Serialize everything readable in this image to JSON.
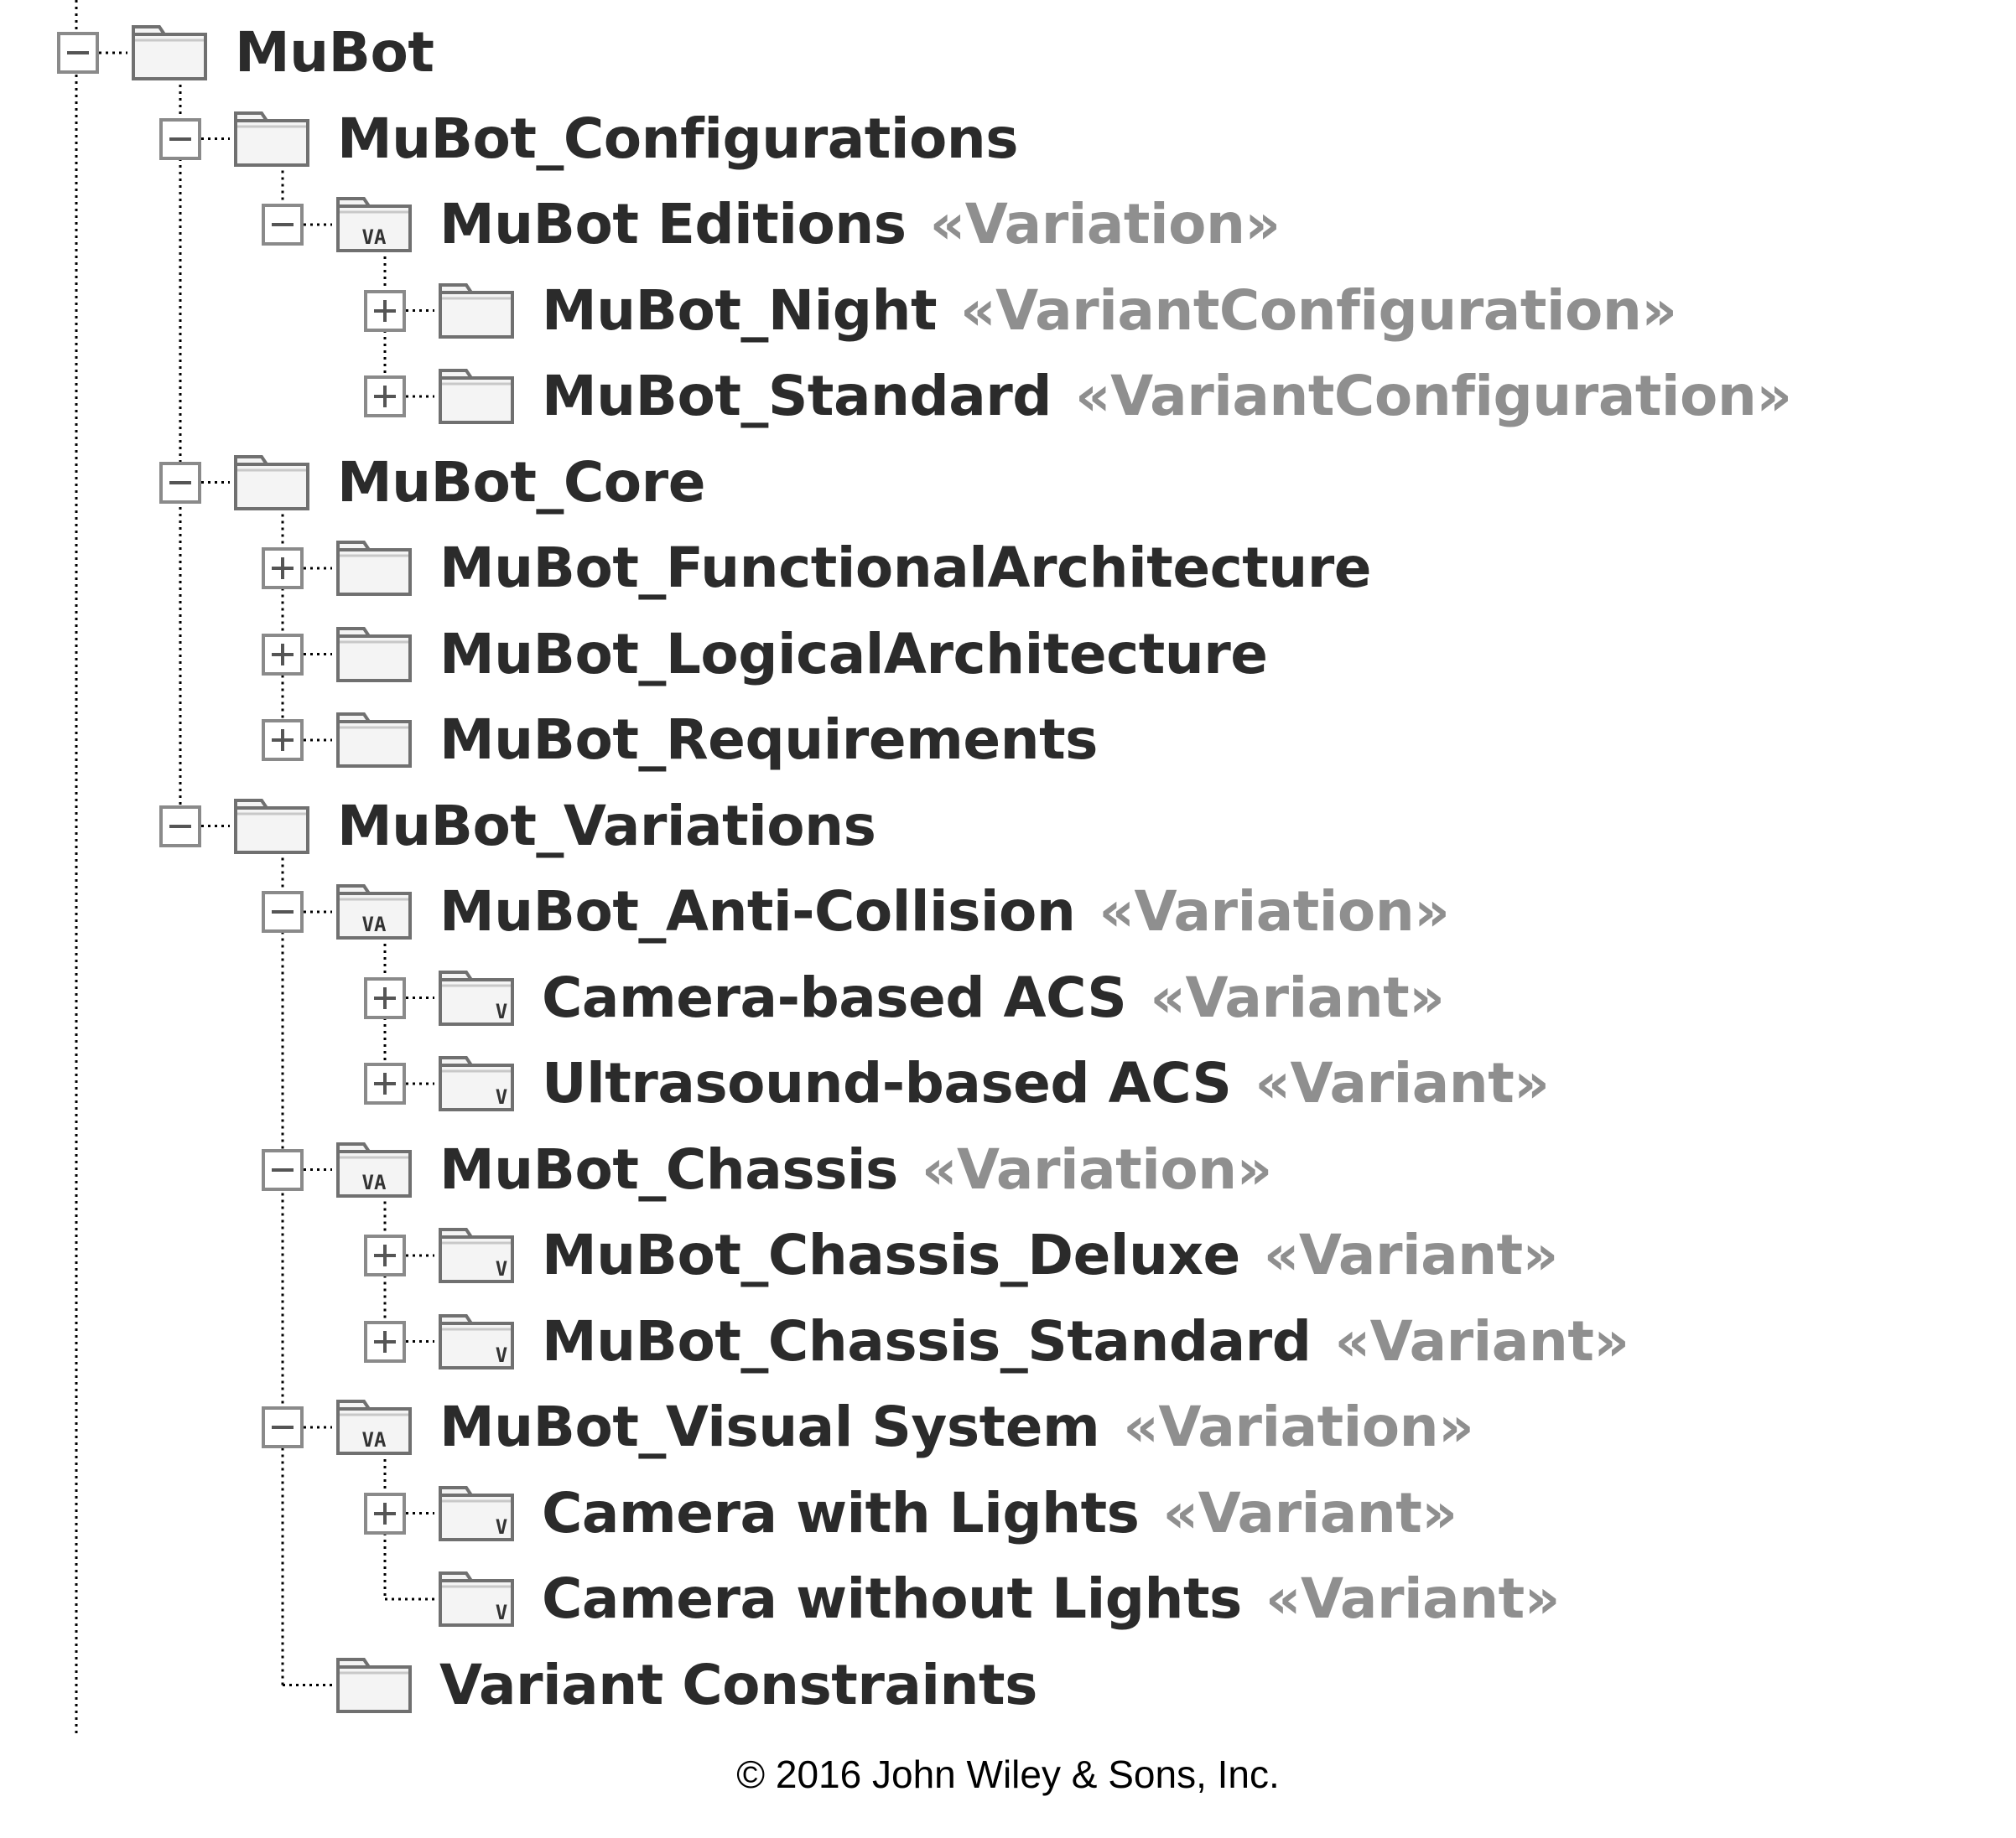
{
  "tree": {
    "nodes": [
      {
        "label": "MuBot",
        "stereotype": "",
        "icon": "folder-icon",
        "expander": "collapse",
        "depth": 0
      },
      {
        "label": "MuBot_Configurations",
        "stereotype": "",
        "icon": "folder-icon",
        "expander": "collapse",
        "depth": 1
      },
      {
        "label": "MuBot Editions",
        "stereotype": "«Variation»",
        "icon": "variation-package-icon",
        "expander": "collapse",
        "depth": 2
      },
      {
        "label": "MuBot_Night",
        "stereotype": "«VariantConfiguration»",
        "icon": "folder-icon",
        "expander": "expand",
        "depth": 3
      },
      {
        "label": "MuBot_Standard",
        "stereotype": "«VariantConfiguration»",
        "icon": "folder-icon",
        "expander": "expand",
        "depth": 3
      },
      {
        "label": "MuBot_Core",
        "stereotype": "",
        "icon": "folder-icon",
        "expander": "collapse",
        "depth": 1
      },
      {
        "label": "MuBot_FunctionalArchitecture",
        "stereotype": "",
        "icon": "folder-icon",
        "expander": "expand",
        "depth": 2
      },
      {
        "label": "MuBot_LogicalArchitecture",
        "stereotype": "",
        "icon": "folder-icon",
        "expander": "expand",
        "depth": 2
      },
      {
        "label": "MuBot_Requirements",
        "stereotype": "",
        "icon": "folder-icon",
        "expander": "expand",
        "depth": 2
      },
      {
        "label": "MuBot_Variations",
        "stereotype": "",
        "icon": "folder-icon",
        "expander": "collapse",
        "depth": 1
      },
      {
        "label": "MuBot_Anti-Collision",
        "stereotype": "«Variation»",
        "icon": "variation-package-icon",
        "expander": "collapse",
        "depth": 2
      },
      {
        "label": "Camera-based ACS",
        "stereotype": "«Variant»",
        "icon": "variant-package-icon",
        "expander": "expand",
        "depth": 3
      },
      {
        "label": "Ultrasound-based ACS",
        "stereotype": "«Variant»",
        "icon": "variant-package-icon",
        "expander": "expand",
        "depth": 3
      },
      {
        "label": "MuBot_Chassis",
        "stereotype": "«Variation»",
        "icon": "variation-package-icon",
        "expander": "collapse",
        "depth": 2
      },
      {
        "label": "MuBot_Chassis_Deluxe",
        "stereotype": "«Variant»",
        "icon": "variant-package-icon",
        "expander": "expand",
        "depth": 3
      },
      {
        "label": "MuBot_Chassis_Standard",
        "stereotype": "«Variant»",
        "icon": "variant-package-icon",
        "expander": "expand",
        "depth": 3
      },
      {
        "label": "MuBot_Visual System",
        "stereotype": "«Variation»",
        "icon": "variation-package-icon",
        "expander": "collapse",
        "depth": 2
      },
      {
        "label": "Camera with Lights",
        "stereotype": "«Variant»",
        "icon": "variant-package-icon",
        "expander": "expand",
        "depth": 3
      },
      {
        "label": "Camera without Lights",
        "stereotype": "«Variant»",
        "icon": "variant-package-icon",
        "expander": "none",
        "depth": 3
      },
      {
        "label": "Variant Constraints",
        "stereotype": "",
        "icon": "folder-icon",
        "expander": "none",
        "depth": 2
      }
    ]
  },
  "icon_text": {
    "variation": "VA",
    "variant": "V"
  },
  "credit": "© 2016 John Wiley & Sons, Inc.",
  "colors": {
    "label": "#2b2b2b",
    "stereotype": "#8f8f8f",
    "icon_stroke": "#707070",
    "guide": "#000000"
  }
}
